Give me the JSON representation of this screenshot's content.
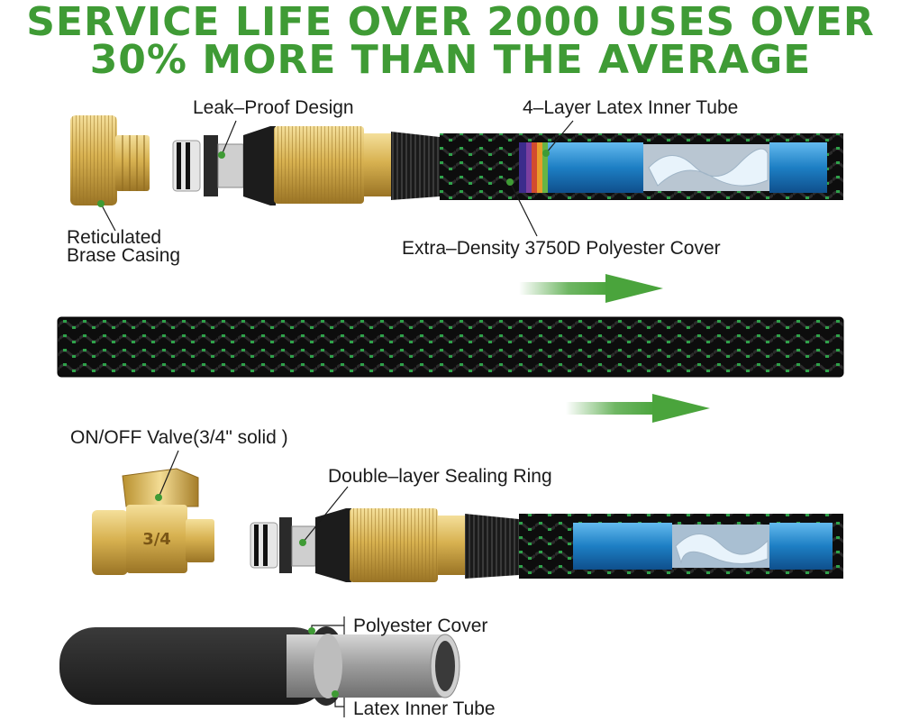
{
  "headline": {
    "line1": "SERVICE LIFE OVER 2000 USES OVER",
    "line2": "30% MORE THAN THE AVERAGE"
  },
  "labels": {
    "leak_proof": "Leak–Proof Design",
    "latex_inner_tube_4layer": "4–Layer Latex Inner Tube",
    "reticulated_line1": "Reticulated",
    "reticulated_line2": "Brase Casing",
    "polyester_cover_3750d": "Extra–Density 3750D Polyester Cover",
    "on_off_valve": "ON/OFF Valve(3/4\" solid )",
    "sealing_ring": "Double–layer Sealing Ring",
    "polyester_cover": "Polyester Cover",
    "latex_inner_tube": "Latex Inner Tube",
    "valve_marking": "3/4"
  },
  "colors": {
    "headline_green": "#3f9b35",
    "arrow_green": "#4aa43c",
    "brass": "#d9b45a",
    "hose_black": "#111111",
    "stripe_green": "#2fa24a",
    "inner_blue": "#2a86c8"
  }
}
